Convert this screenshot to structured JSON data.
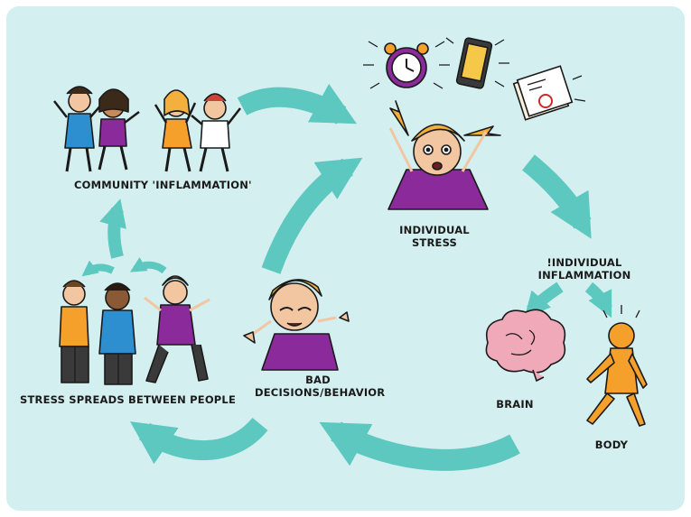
{
  "colors": {
    "background": "#d4efef",
    "arrow": "#5cc8bf",
    "purple": "#8b2a9b",
    "orange": "#f5a02a",
    "blue": "#2e8fd0",
    "skin": "#f2c6a0",
    "hair": "#f3b03c",
    "brain": "#f0a9b8",
    "ink": "#1a1a1a"
  },
  "labels": {
    "community": "COMMUNITY 'INFLAMMATION'",
    "individual_stress_line1": "INDIVIDUAL",
    "individual_stress_line2": "STRESS",
    "individual_inflammation_line1": "!INDIVIDUAL",
    "individual_inflammation_line2": "INFLAMMATION",
    "brain": "BRAIN",
    "body": "BODY",
    "bad_decisions_line1": "BAD",
    "bad_decisions_line2": "DECISIONS/BEHAVIOR",
    "stress_spreads": "STRESS SPREADS BETWEEN PEOPLE"
  },
  "icons": [
    "alarm-clock-icon",
    "smartphone-icon",
    "test-paper-icon",
    "brain-icon",
    "body-figure-icon"
  ]
}
